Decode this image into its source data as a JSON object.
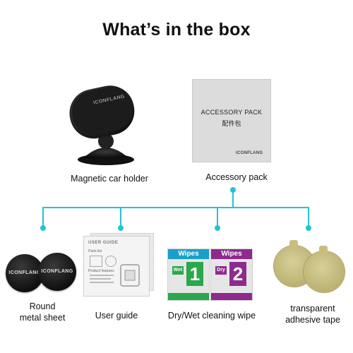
{
  "title": "What’s in the box",
  "items": {
    "holder": {
      "caption": "Magnetic car holder",
      "brand": "ICONFLANG"
    },
    "pack": {
      "caption": "Accessory pack",
      "label_en": "ACCESSORY PACK",
      "label_cn": "配件包",
      "brand": "ICONFLANG"
    },
    "metal": {
      "caption_line1": "Round",
      "caption_line2": "metal sheet",
      "brand": "ICONFLANG"
    },
    "guide": {
      "caption": "User guide",
      "header": "USER GUIDE",
      "section1": "Parts list",
      "section2": "Product features"
    },
    "wipe": {
      "caption": "Dry/Wet cleaning wipe",
      "wet_title": "Wipes",
      "wet_label": "Wet",
      "wet_number": "1",
      "dry_title": "Wipes",
      "dry_label": "Dry",
      "dry_number": "2"
    },
    "tape": {
      "caption_line1": "transparent",
      "caption_line2": "adhesive tape"
    }
  },
  "colors": {
    "connector": "#23c4d0"
  }
}
